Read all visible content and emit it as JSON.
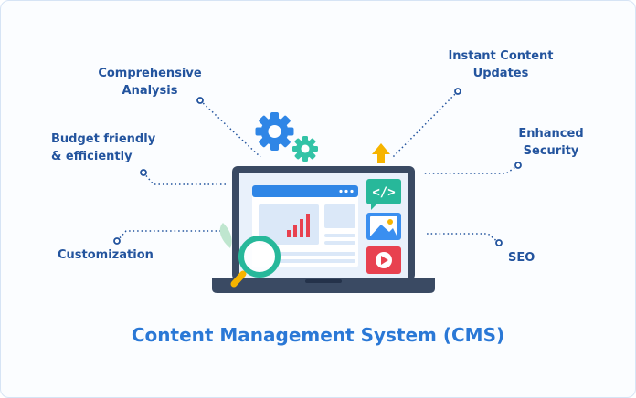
{
  "title": "Content Management System (CMS)",
  "features": {
    "comprehensive_analysis": "Comprehensive\nAnalysis",
    "budget_friendly": "Budget friendly\n& efficiently",
    "customization": "Customization",
    "instant_updates": "Instant Content\nUpdates",
    "enhanced_security": "Enhanced\nSecurity",
    "seo": "SEO"
  },
  "code_glyph": "</>",
  "colors": {
    "label": "#23549e",
    "title": "#2a78d6",
    "gear": "#2f86e6",
    "gear_small": "#33c3a6",
    "arrow": "#f6b400",
    "code_tile": "#27b89a",
    "image_tile": "#3a8ff0",
    "video_tile": "#e8414f",
    "laptop": "#3a4a63"
  }
}
